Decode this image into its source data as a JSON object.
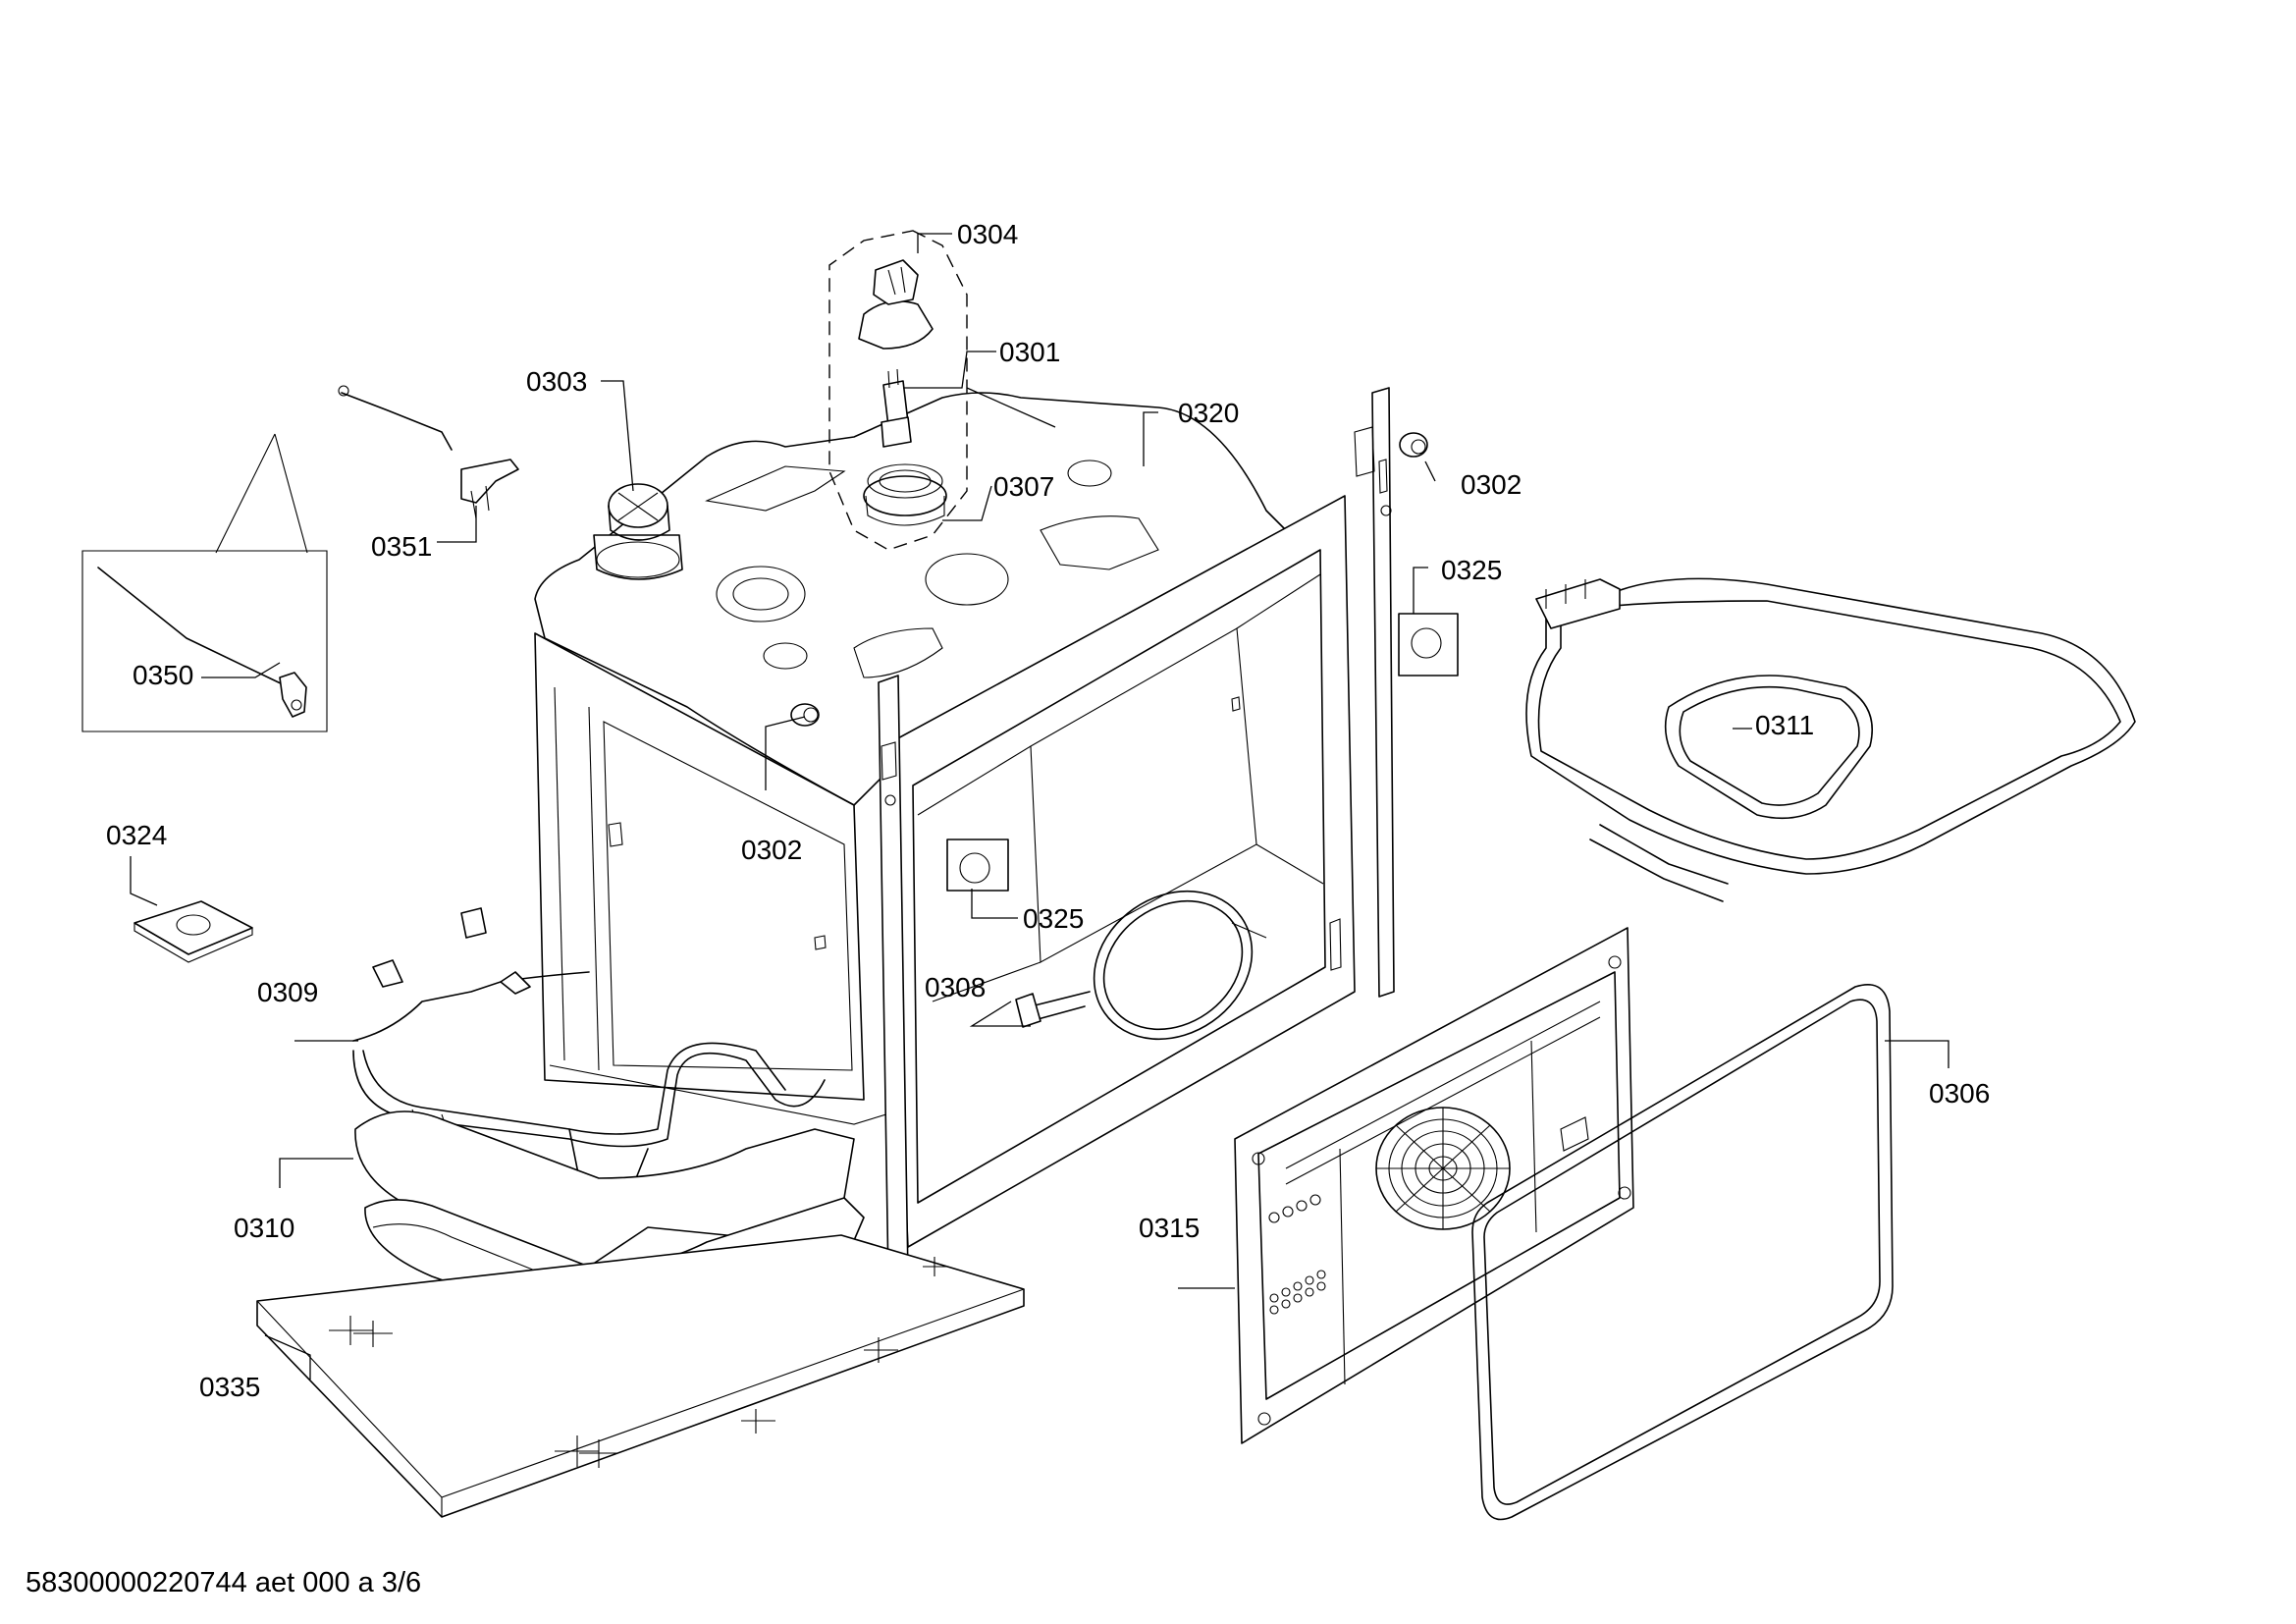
{
  "labels": {
    "p0301": "0301",
    "p0302a": "0302",
    "p0302b": "0302",
    "p0303": "0303",
    "p0304": "0304",
    "p0306": "0306",
    "p0307": "0307",
    "p0308": "0308",
    "p0309": "0309",
    "p0310": "0310",
    "p0311": "0311",
    "p0315": "0315",
    "p0320": "0320",
    "p0324": "0324",
    "p0325a": "0325",
    "p0325b": "0325",
    "p0335": "0335",
    "p0350": "0350",
    "p0351": "0351"
  },
  "footer": "58300000220744 aet 000 a 3/6"
}
